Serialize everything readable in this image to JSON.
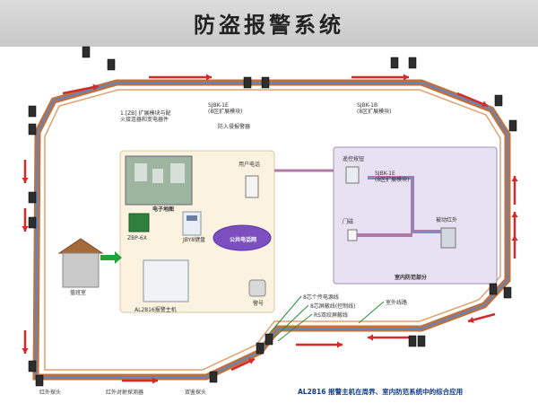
{
  "title": "防盗报警系统",
  "labels": {
    "note_top_left": "1.[ZB] 扩展模块与配\n火接连器和变电器件",
    "bus_top_center": "SJBK-1E\n(8区扩展模块)",
    "bus_top_right": "SJBK-1B\n(8区扩展模块)",
    "alarm_light": "防入侵报警器",
    "electronic_map": "电子地图",
    "zbp_box": "ZBP-6X",
    "keypad": "JBY8键盘",
    "home_phone": "用户电话",
    "host_label": "AL2816报警主机",
    "guard_room": "值班室",
    "siren": "警号",
    "phone_net": "公共电话网",
    "indoor_detector": "遥控按钮",
    "indoor_bus": "SJBK-1E\n(8区扩展模块)",
    "door_sensor": "门磁",
    "ir_detector": "被动红外",
    "indoor_section": "室内防范部分",
    "line1": "8芯个传电源线",
    "line2": "8芯屏蔽线(控制线)",
    "line3": "RS双绞屏蔽线",
    "line4": "室外线路",
    "bottom_left": "红外探头",
    "bottom_mid": "红外对射探测器",
    "bottom_right": "双鉴探头"
  },
  "caption": "AL2816  报警主机在周界、室内防范系统中的综合应用",
  "colors": {
    "perimeter_outer": "#c0703a",
    "perimeter_inner": "#5d86c9",
    "arrow": "#d42a2a",
    "arrow_green": "#1fa53a",
    "panel_fill": "#fbf3df",
    "indoor_fill": "#e7e1f2",
    "caption": "#0f3a86"
  }
}
